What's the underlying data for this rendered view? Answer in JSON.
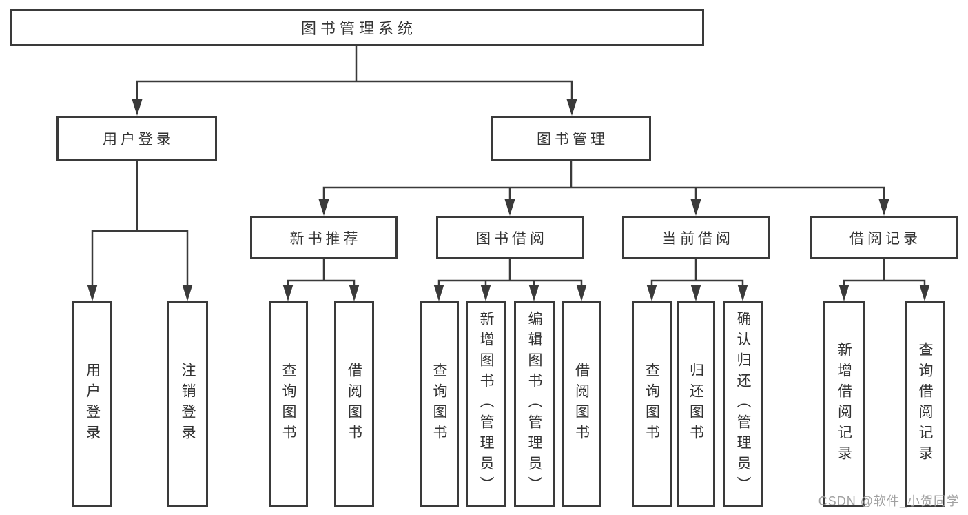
{
  "tree": {
    "label": "图书管理系统",
    "children": [
      {
        "label": "用户登录",
        "children": [
          {
            "label": "用户登录"
          },
          {
            "label": "注销登录"
          }
        ]
      },
      {
        "label": "图书管理",
        "children": [
          {
            "label": "新书推荐",
            "children": [
              {
                "label": "查询图书"
              },
              {
                "label": "借阅图书"
              }
            ]
          },
          {
            "label": "图书借阅",
            "children": [
              {
                "label": "查询图书"
              },
              {
                "label": "新增图书（管理员）"
              },
              {
                "label": "编辑图书（管理员）"
              },
              {
                "label": "借阅图书"
              }
            ]
          },
          {
            "label": "当前借阅",
            "children": [
              {
                "label": "查询图书"
              },
              {
                "label": "归还图书"
              },
              {
                "label": "确认归还（管理员）"
              }
            ]
          },
          {
            "label": "借阅记录",
            "children": [
              {
                "label": "新增借阅记录"
              },
              {
                "label": "查询借阅记录"
              }
            ]
          }
        ]
      }
    ]
  },
  "watermark": {
    "text": "CSDN @软件_小贺同学"
  },
  "colors": {
    "line": "#3a3a3a",
    "text": "#333333",
    "box_fill": "#ffffff",
    "watermark": "#a0a0a0"
  }
}
